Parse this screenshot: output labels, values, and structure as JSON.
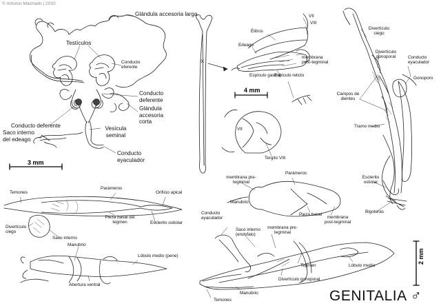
{
  "credit": "© Antonio Machado | 2010",
  "title": "GENITALIA ♂",
  "scale_bars": {
    "testes_panel": "3 mm",
    "abdomen_panel": "4 mm",
    "aedeagus_panel": "2 mm"
  },
  "labels": {
    "glandula_larga": "Glándula accesoria larga",
    "testiculos": "Testículos",
    "conducto_eferente": "Conducto eferente",
    "conducto_deferente_r": "Conducto deferente",
    "glandula_corta": "Glándula accesoria corta",
    "conducto_deferente_l": "Conducto deferente",
    "vesicula": "Vesícula seminal",
    "saco_edeago": "Saco interno del edeago",
    "conducto_eyac_1": "Conducto eyaculador",
    "ix": "IX",
    "elitros": "Élitros",
    "vii_top": "VII",
    "viii_top": "VIII",
    "edeago": "Edeago",
    "membrana_post_1": "membrana post-tegminal",
    "espiculo_gastral": "Espículo gastral",
    "espiculo_relicto": "Espículo relicto",
    "vii_bot": "VII",
    "tergito": "Tergito VIII",
    "diverticulo_ciego_r": "Divertículo ciego",
    "diverticulo_gonoporal_r": "Divertículo gonoporal",
    "conducto_eyac_r": "Conducto eyaculador",
    "gonoporo": "Gonoporo",
    "campos": "Campos de dientes",
    "tramo": "Tramo medio",
    "esclerito_ostiolar_r": "Esclerito ostiolar",
    "bigoteras": "Bigoteras",
    "temones_top": "Temones",
    "parameros_1": "Parámeros",
    "orificio": "Orificio apical",
    "esclerito_ostiolar_l": "Esclerito ostiolar",
    "pieza_basal_tegmen": "Pieza basal del tegmen",
    "diverticulo_ciego_l": "Divertículo ciego",
    "saco_interno_l": "Saco interno",
    "manubrio_l": "Manubrio",
    "lobulo_medio_pene": "Lóbulo medio (pene)",
    "abertura": "Abertura ventral",
    "membrana_pre_1": "membrana pre-tegminal",
    "parameros_2": "Parámeros",
    "manubrio_c": "Manubrio",
    "pieza_basal": "Pieza basal",
    "membrana_post_2": "membrana post-tegminal",
    "conducto_eyac_c": "Conducto eyaculador",
    "saco_endofalo": "Saco interno (endofalo)",
    "membrana_pre_2": "membrana pre-tegminal",
    "tegmen": "Tegmen",
    "lobulo_medio": "Lóbulo medio",
    "diverticulo_gonoporal_c": "Divertículo gonoporal",
    "manubrio_b": "Manubrio",
    "temones_bot": "Temones"
  }
}
